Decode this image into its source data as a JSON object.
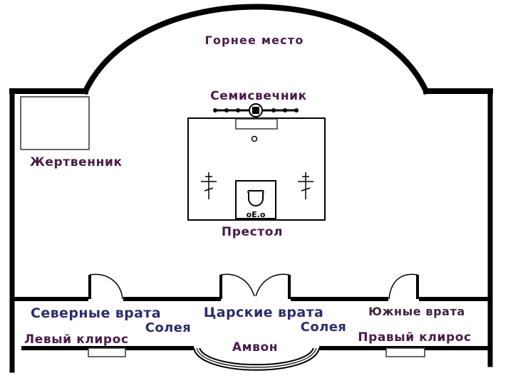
{
  "diagram": {
    "labels": {
      "gornee_mesto": "Горнее место",
      "semisvechnik": "Семисвечник",
      "zhertvennik": "Жертвенник",
      "prestol": "Престол",
      "severnye_vrata": "Северные врата",
      "tsarskie_vrata": "Царские врата",
      "yuzhnye_vrata": "Южные врата",
      "soleya_left": "Солея",
      "soleya_right": "Солея",
      "levyi_kliros": "Левый клирос",
      "pravyi_kliros": "Правый клирос",
      "amvon": "Амвон",
      "altar_book_text": "оЕ.о"
    },
    "colors": {
      "label": "#4a1a4a",
      "label_blue": "#2c2c6a",
      "wall": "#000000",
      "background": "#ffffff"
    },
    "icons": [
      "orthodox-cross-icon",
      "orthodox-cross-icon",
      "gospel-book-icon",
      "menorah-icon"
    ]
  }
}
